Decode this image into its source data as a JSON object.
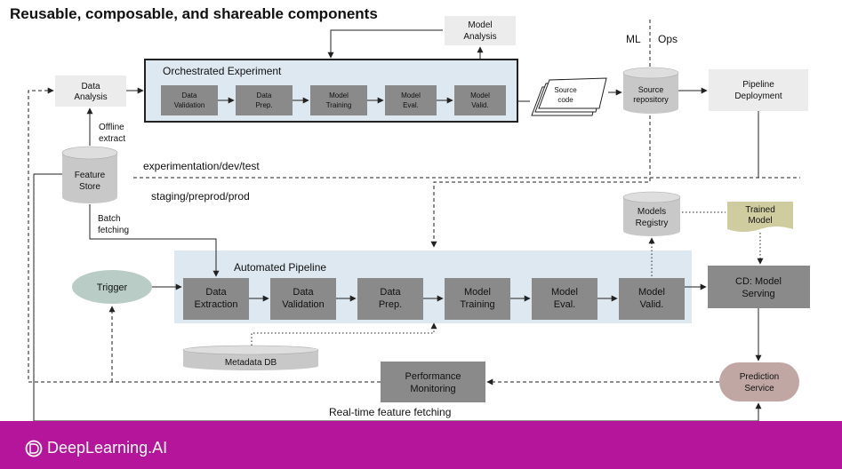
{
  "title": "Reusable, composable, and shareable components",
  "labels": {
    "ml": "ML",
    "ops": "Ops",
    "experimentation_env": "experimentation/dev/test",
    "staging_env": "staging/preprod/prod",
    "offline_extract": [
      "Offline",
      "extract"
    ],
    "batch_fetching": [
      "Batch",
      "fetching"
    ],
    "realtime_fetching": "Real-time feature fetching"
  },
  "experiment": {
    "title": "Orchestrated Experiment",
    "steps": [
      [
        "Data",
        "Validation"
      ],
      [
        "Data",
        "Prep."
      ],
      [
        "Model",
        "Training"
      ],
      [
        "Model",
        "Eval."
      ],
      [
        "Model",
        "Valid."
      ]
    ]
  },
  "pipeline": {
    "title": "Automated Pipeline",
    "steps": [
      [
        "Data",
        "Extraction"
      ],
      [
        "Data",
        "Validation"
      ],
      [
        "Data",
        "Prep."
      ],
      [
        "Model",
        "Training"
      ],
      [
        "Model",
        "Eval."
      ],
      [
        "Model",
        "Valid."
      ]
    ]
  },
  "nodes": {
    "data_analysis": [
      "Data",
      "Analysis"
    ],
    "model_analysis": [
      "Model",
      "Analysis"
    ],
    "source_code": [
      "Source",
      "code"
    ],
    "source_repository": [
      "Source",
      "repository"
    ],
    "pipeline_deployment": [
      "Pipeline",
      "Deployment"
    ],
    "feature_store": [
      "Feature",
      "Store"
    ],
    "models_registry": [
      "Models",
      "Registry"
    ],
    "trained_model": [
      "Trained",
      "Model"
    ],
    "trigger": "Trigger",
    "cd_model_serving": [
      "CD: Model",
      "Serving"
    ],
    "metadata_db": "Metadata DB",
    "performance_monitoring": [
      "Performance",
      "Monitoring"
    ],
    "prediction_service": [
      "Prediction",
      "Service"
    ]
  },
  "footer": {
    "brand": "DeepLearning.AI"
  },
  "colors": {
    "footer": "#b5159b",
    "step_box": "#8a8a8a",
    "light_box": "#ececec",
    "pipeline_bg": "#dde8f1",
    "cylinder": "#c8c8c8",
    "trigger": "#b9cdc6",
    "prediction": "#c0a7a3",
    "trained_model": "#cfcca0"
  }
}
